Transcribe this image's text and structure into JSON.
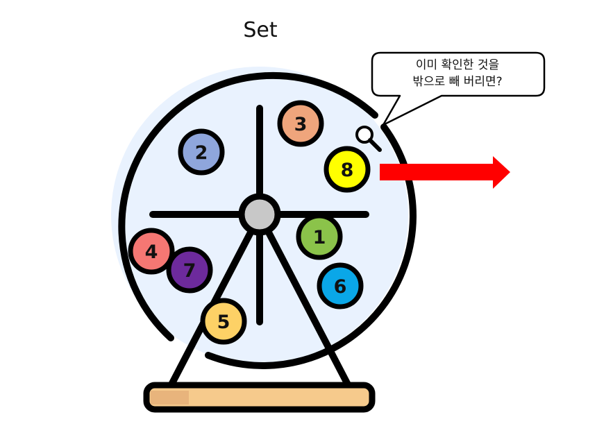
{
  "title": "Set",
  "speech_bubble": {
    "line1": "이미 확인한 것을",
    "line2": "밖으로 빼 버리면?"
  },
  "balls": [
    {
      "label": "1",
      "color": "#8bc34a"
    },
    {
      "label": "2",
      "color": "#8fa6dc"
    },
    {
      "label": "3",
      "color": "#efa57c"
    },
    {
      "label": "4",
      "color": "#f57773"
    },
    {
      "label": "5",
      "color": "#fdd166"
    },
    {
      "label": "6",
      "color": "#0aa7e8"
    },
    {
      "label": "7",
      "color": "#6d2a9c"
    },
    {
      "label": "8",
      "color": "#ffff00"
    }
  ],
  "colors": {
    "drum_fill": "#e9f2fe",
    "hub": "#c8c8c8",
    "base": "#f6ca8c",
    "arrow": "#ff0000",
    "outline": "#000000"
  },
  "icons": {
    "magnifier": "magnifier-icon",
    "arrow": "right-arrow-icon"
  }
}
